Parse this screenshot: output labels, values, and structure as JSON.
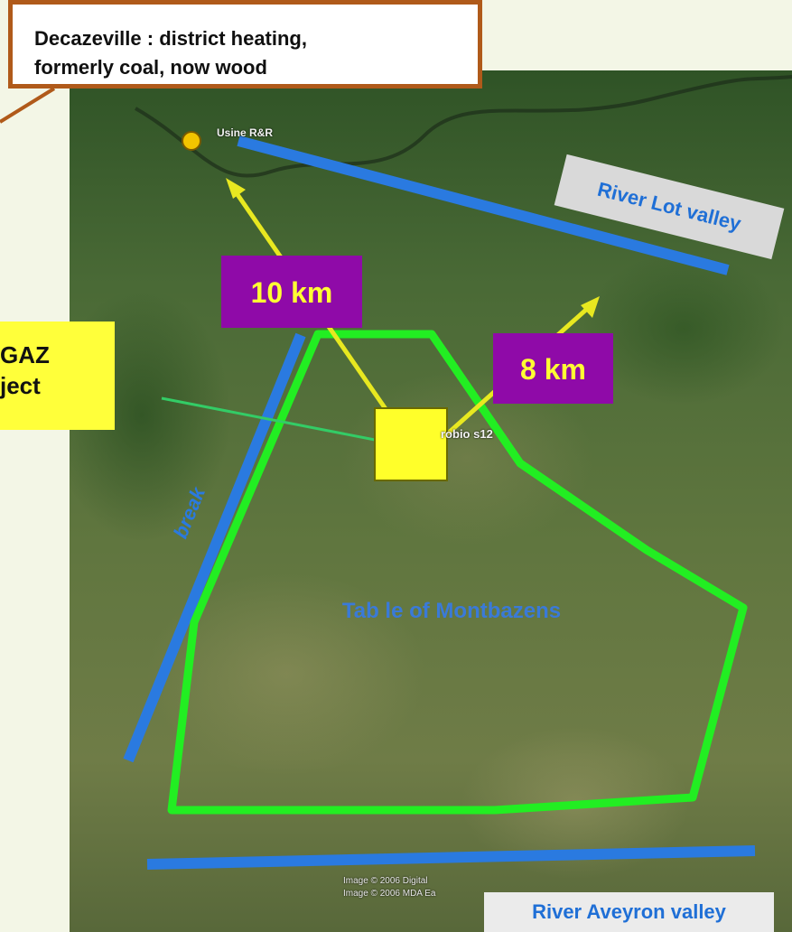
{
  "callouts": {
    "decazeville": [
      "Decazeville : district heating,",
      "formerly coal, now wood"
    ],
    "project": [
      "GAZ",
      "ject"
    ]
  },
  "distances": {
    "to_decazeville": "10 km",
    "to_east_town": "8 km"
  },
  "valleys": {
    "lot": "River Lot valley",
    "aveyron": "River Aveyron valley"
  },
  "terrain": {
    "break": "break",
    "plateau": "Tab le of Montbazens"
  },
  "map_labels": {
    "factory": "Usine R&R",
    "site": "robio  s12"
  },
  "credits": [
    "Image © 2006 Digital",
    "Image © 2006 MDA Ea"
  ],
  "colors": {
    "zone_outline": "#22ee22",
    "valley_line": "#2a7ae0",
    "distance_arrow": "#e8e820",
    "distance_badge": "#8f0aa8",
    "site_square": "#ffff2a",
    "callout_border": "#b05a1a"
  },
  "icons": {
    "factory": "factory-marker-icon",
    "site": "biogas-site-square"
  }
}
